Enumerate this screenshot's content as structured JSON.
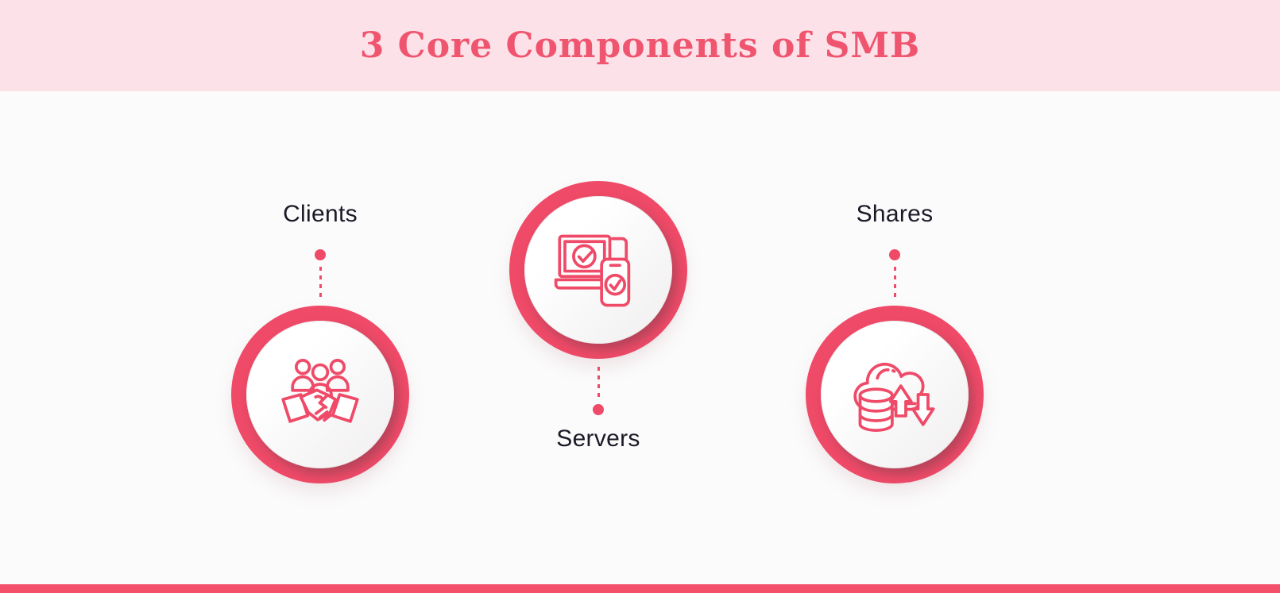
{
  "title": "3 Core Components of SMB",
  "components": [
    {
      "label": "Clients",
      "icon": "clients-group-handshake-icon",
      "label_position": "top"
    },
    {
      "label": "Servers",
      "icon": "servers-devices-check-icon",
      "label_position": "bottom"
    },
    {
      "label": "Shares",
      "icon": "shares-cloud-storage-sync-icon",
      "label_position": "top"
    }
  ],
  "colors": {
    "accent": "#EF4A68",
    "title_text": "#F0556F",
    "header_bg": "#FDE1E8",
    "body_bg": "#FBFBFB",
    "label_text": "#1A1926",
    "footer_bar": "#F4506B"
  }
}
